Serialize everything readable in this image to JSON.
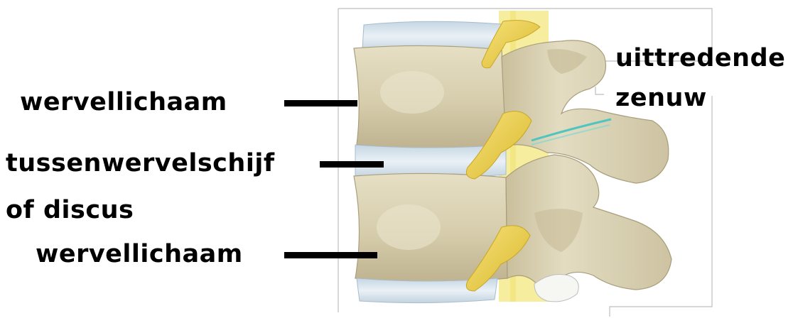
{
  "labels": {
    "vertebral_body_top": "wervellichaam",
    "disc_line1": "tussenwervelschijf",
    "disc_line2": "of discus",
    "vertebral_body_bottom": "wervellichaam",
    "nerve_line1": "uittredende",
    "nerve_line2": "zenuw"
  },
  "colors": {
    "bone": "#dcd4b6",
    "bone_shadow": "#b8ad8c",
    "disc": "#d7e4ee",
    "nerve": "#f0d651",
    "dural_sac": "#f5ed9c",
    "vessel": "#4fc4c0",
    "leader": "#000000"
  }
}
